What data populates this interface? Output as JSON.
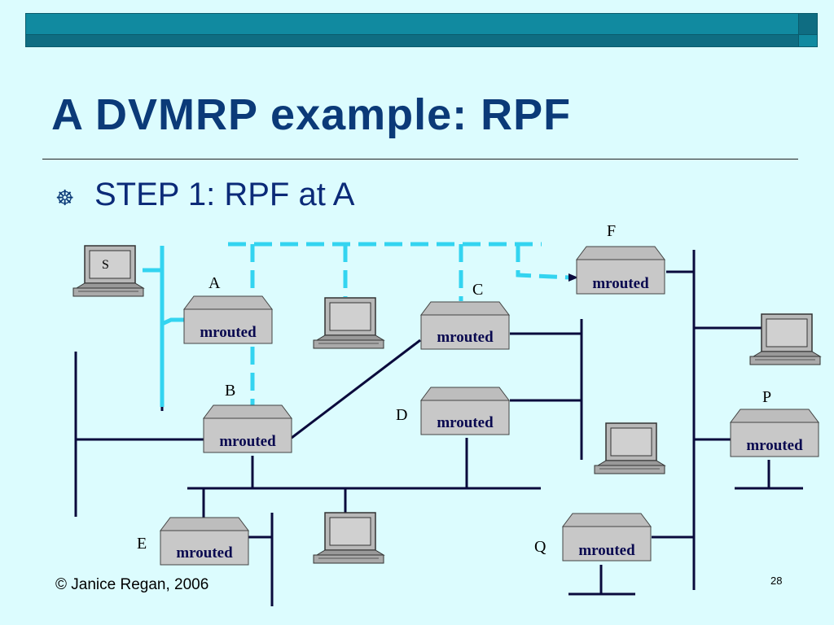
{
  "slide": {
    "title": "A DVMRP example: RPF",
    "bullet": "STEP 1: RPF at A",
    "footer": "© Janice Regan, 2006",
    "page_number": "28"
  },
  "diagram": {
    "routers": [
      {
        "id": "A",
        "label": "A",
        "text": "mrouted"
      },
      {
        "id": "B",
        "label": "B",
        "text": "mrouted"
      },
      {
        "id": "C",
        "label": "C",
        "text": "mrouted"
      },
      {
        "id": "D",
        "label": "D",
        "text": "mrouted"
      },
      {
        "id": "E",
        "label": "E",
        "text": "mrouted"
      },
      {
        "id": "F",
        "label": "F",
        "text": "mrouted"
      },
      {
        "id": "P",
        "label": "P",
        "text": "mrouted"
      },
      {
        "id": "Q",
        "label": "Q",
        "text": "mrouted"
      }
    ],
    "source_host_label": "S",
    "colors": {
      "background": "#dcfcfe",
      "link": "#0a0a3c",
      "highlight": "#33d4f0",
      "router_fill": "#c8c8c8",
      "title": "#0b3a78"
    }
  }
}
